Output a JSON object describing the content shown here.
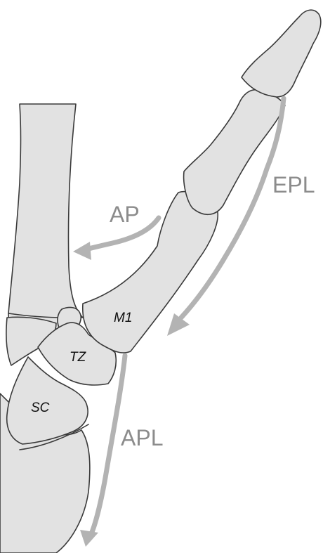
{
  "diagram": {
    "tendons": {
      "ap": "AP",
      "epl": "EPL",
      "apl": "APL"
    },
    "bones": {
      "m1": "M1",
      "tz": "TZ",
      "sc": "SC"
    },
    "colors": {
      "bone_fill": "#e2e2e2",
      "bone_outline": "#3a3a3a",
      "tendon": "#b3b3b3",
      "tendon_label": "#8c8c8c",
      "bone_label": "#111111"
    }
  }
}
